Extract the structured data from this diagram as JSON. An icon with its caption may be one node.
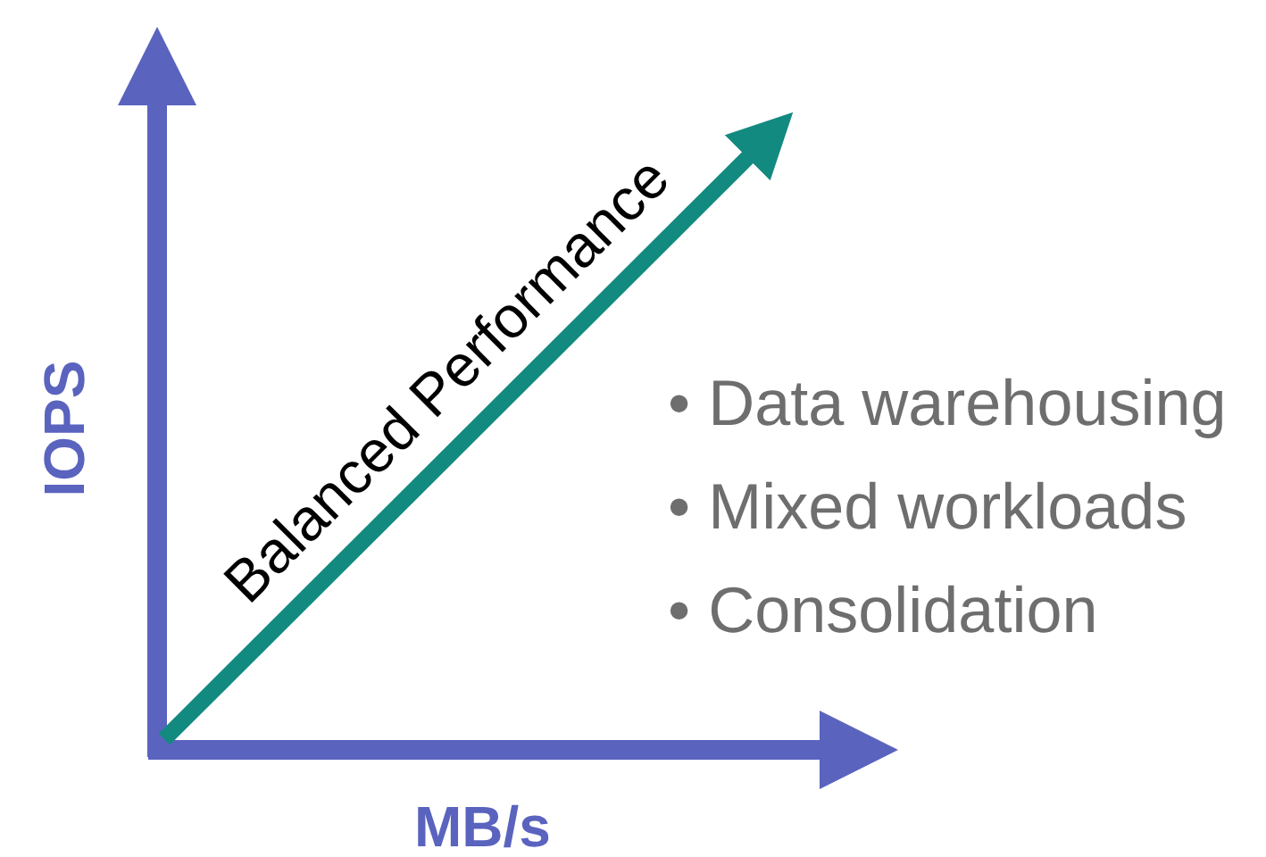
{
  "diagram": {
    "labels": [
      "IOPS",
      "MB/s",
      "Balanced Performance",
      "• Data warehousing",
      "• Mixed workloads",
      "• Consolidation"
    ]
  }
}
